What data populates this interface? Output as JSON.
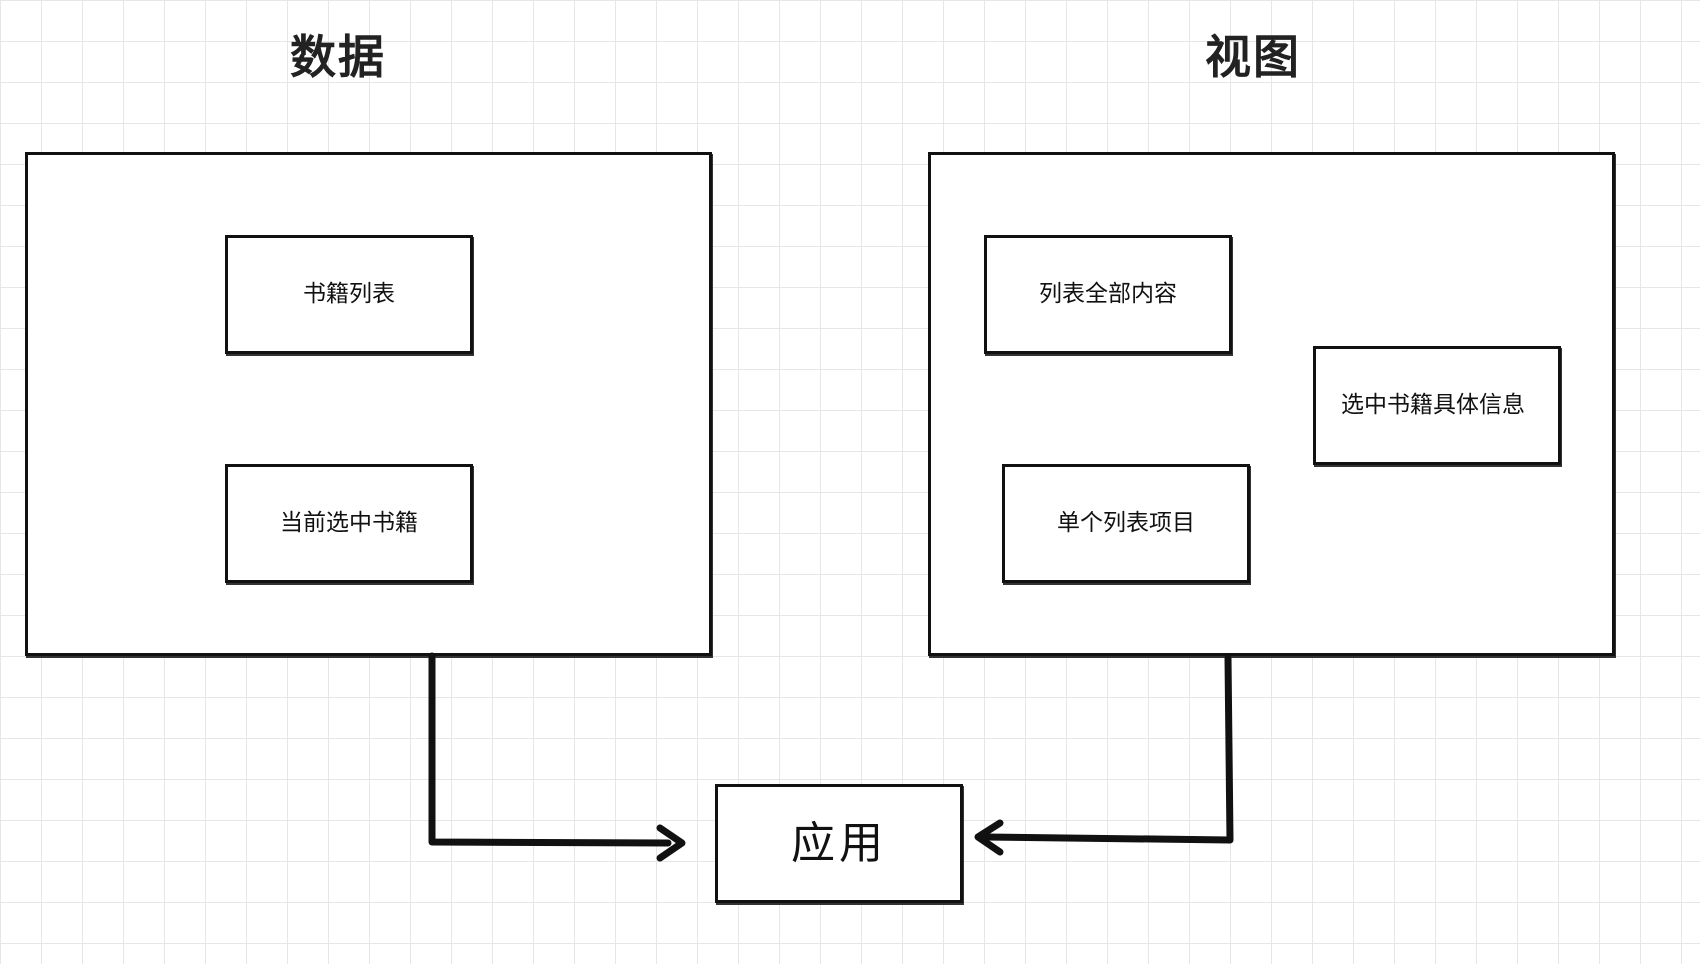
{
  "data_section": {
    "title": "数据",
    "book_list": "书籍列表",
    "current_selected_book": "当前选中书籍"
  },
  "view_section": {
    "title": "视图",
    "list_all_content": "列表全部内容",
    "single_list_item": "单个列表项目",
    "selected_book_detail": "选中书籍具体信息"
  },
  "app": {
    "label": "应用"
  }
}
